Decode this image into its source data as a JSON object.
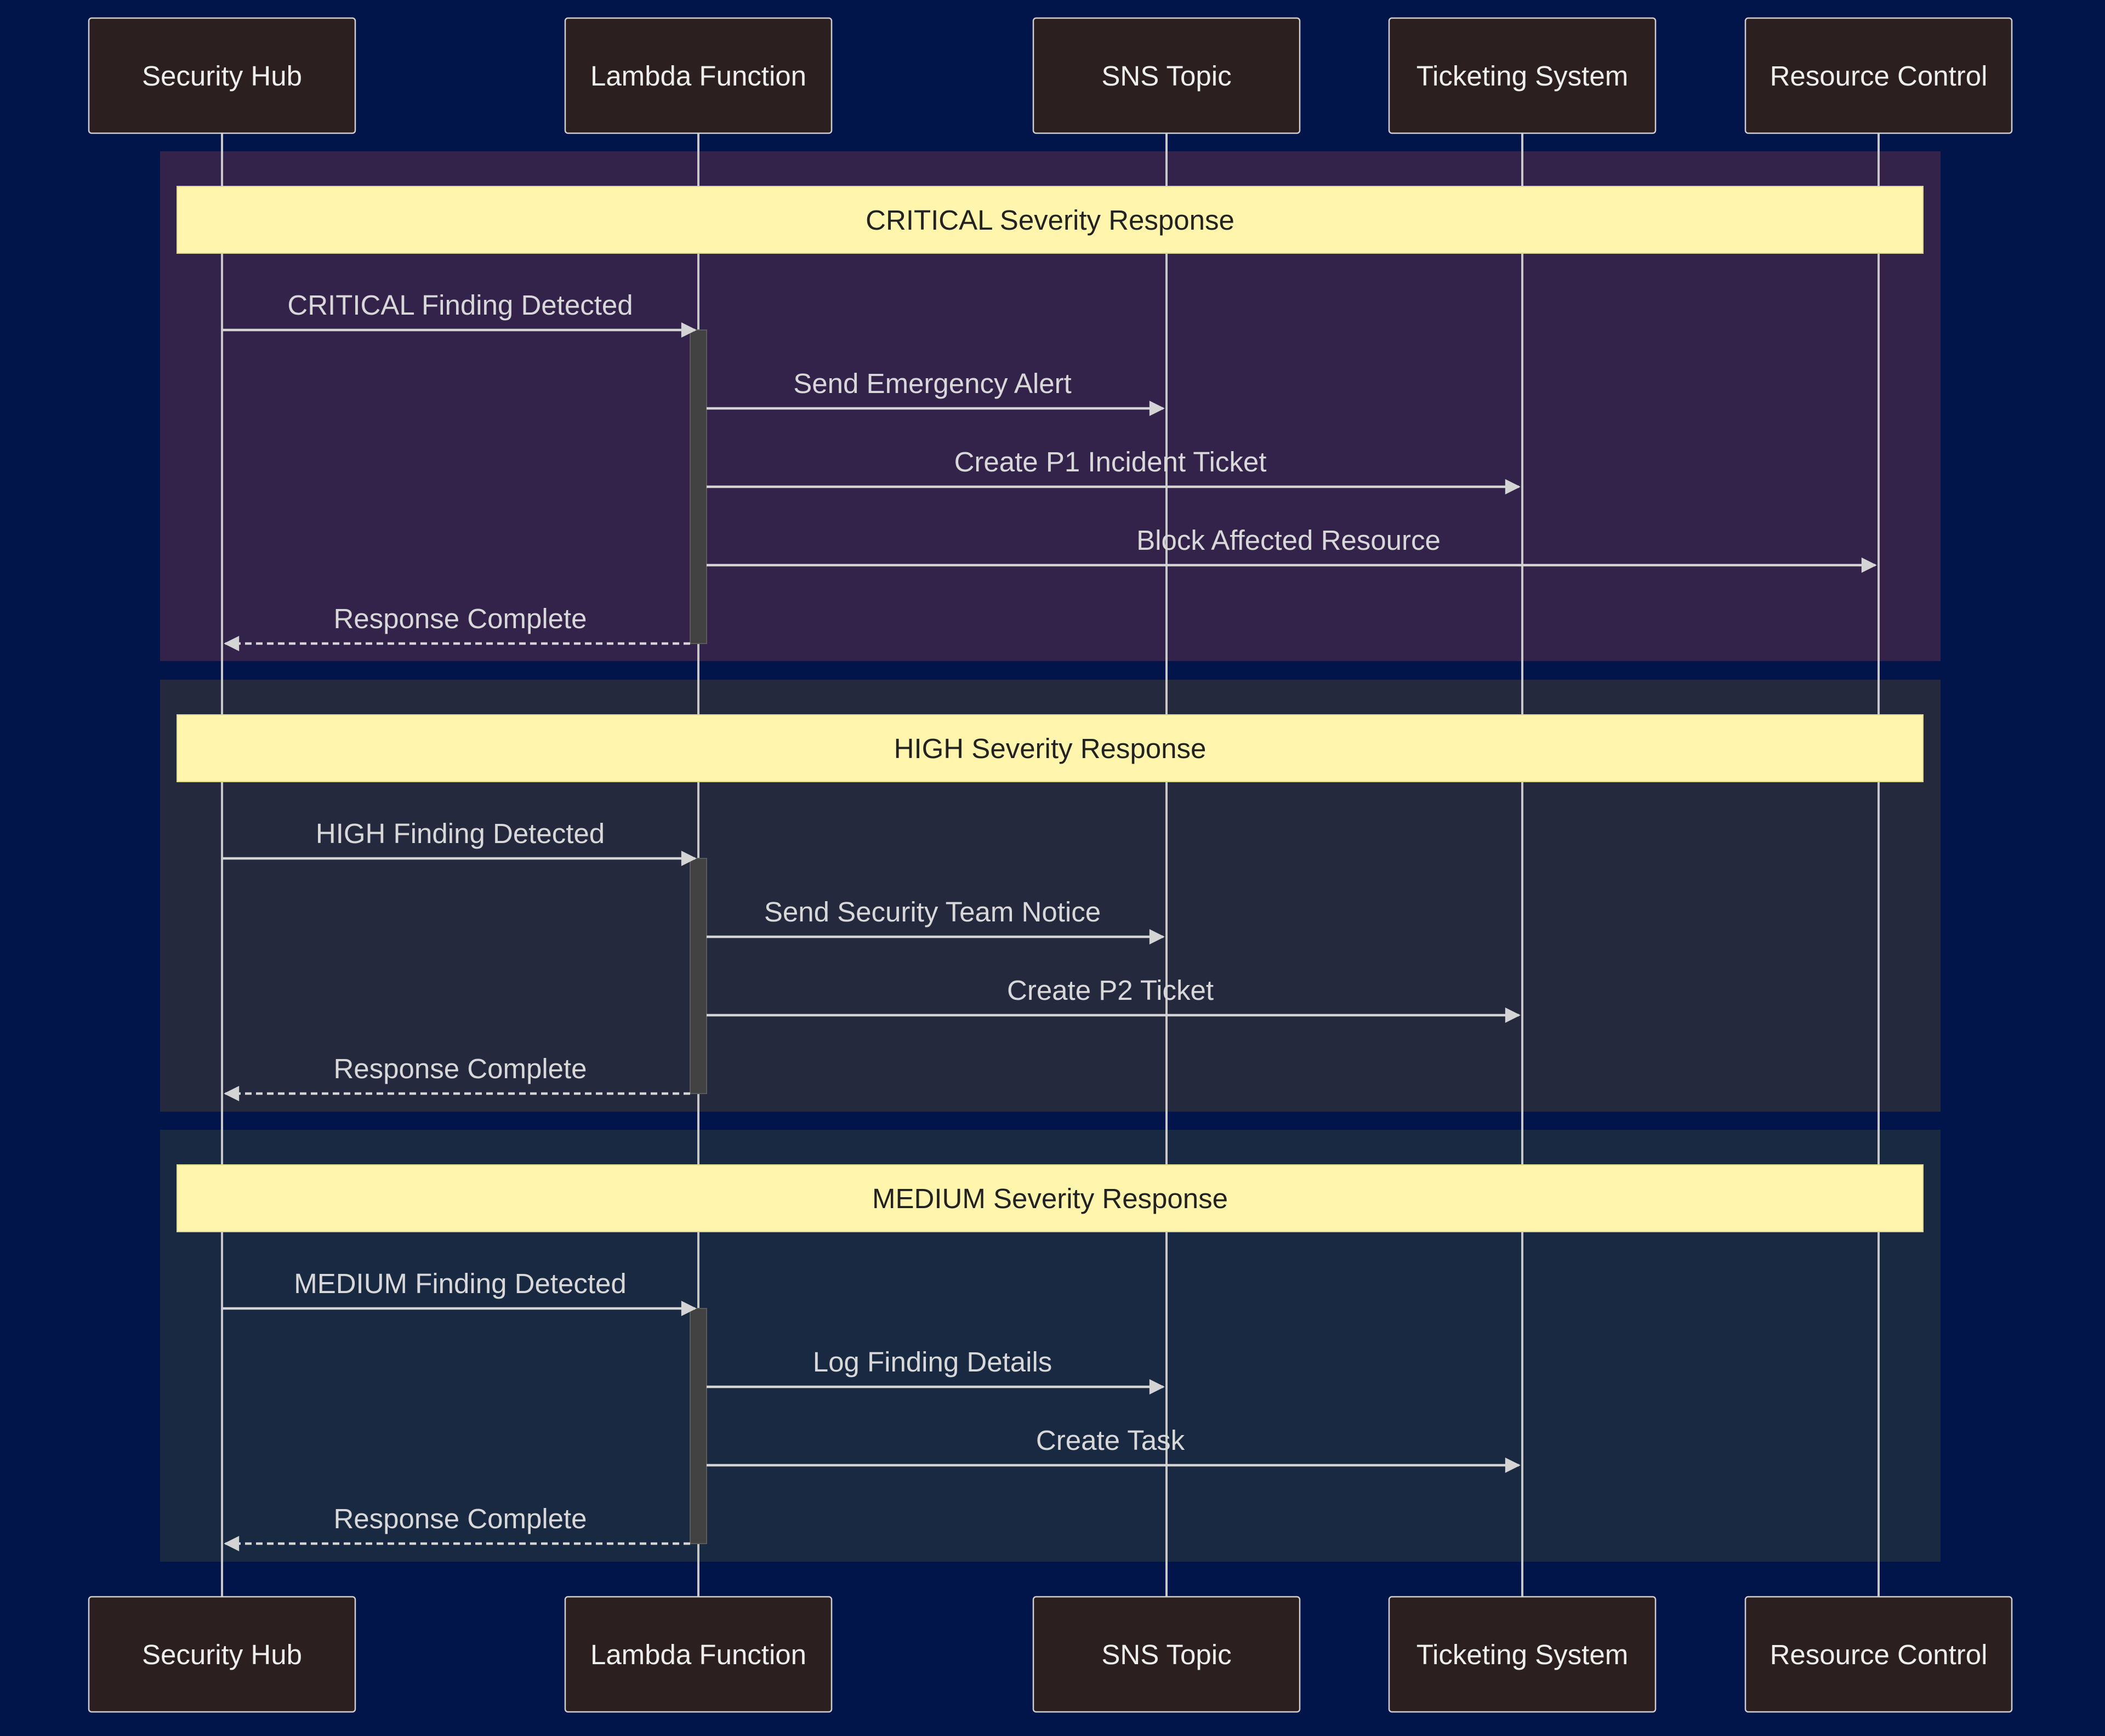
{
  "colors": {
    "background": "#02154a",
    "actor_fill": "#2c1f20",
    "note_fill": "#fff5ad",
    "line": "#d4d4d4",
    "block_critical": "#33224a",
    "block_high": "#25293e",
    "block_medium": "#1a2942"
  },
  "actors": [
    {
      "id": "security_hub",
      "label": "Security Hub"
    },
    {
      "id": "lambda",
      "label": "Lambda Function"
    },
    {
      "id": "sns",
      "label": "SNS Topic"
    },
    {
      "id": "ticketing",
      "label": "Ticketing System"
    },
    {
      "id": "resource_control",
      "label": "Resource Control"
    }
  ],
  "blocks": [
    {
      "id": "critical",
      "color_key": "block_critical",
      "note": "CRITICAL Severity Response",
      "messages": [
        {
          "from": 0,
          "to": 1,
          "label": "CRITICAL Finding Detected",
          "style": "solid"
        },
        {
          "from": 1,
          "to": 2,
          "label": "Send Emergency Alert",
          "style": "solid"
        },
        {
          "from": 1,
          "to": 3,
          "label": "Create P1 Incident Ticket",
          "style": "solid"
        },
        {
          "from": 1,
          "to": 4,
          "label": "Block Affected Resource",
          "style": "solid"
        },
        {
          "from": 1,
          "to": 0,
          "label": "Response Complete",
          "style": "dashed"
        }
      ]
    },
    {
      "id": "high",
      "color_key": "block_high",
      "note": "HIGH Severity Response",
      "messages": [
        {
          "from": 0,
          "to": 1,
          "label": "HIGH Finding Detected",
          "style": "solid"
        },
        {
          "from": 1,
          "to": 2,
          "label": "Send Security Team Notice",
          "style": "solid"
        },
        {
          "from": 1,
          "to": 3,
          "label": "Create P2 Ticket",
          "style": "solid"
        },
        {
          "from": 1,
          "to": 0,
          "label": "Response Complete",
          "style": "dashed"
        }
      ]
    },
    {
      "id": "medium",
      "color_key": "block_medium",
      "note": "MEDIUM Severity Response",
      "messages": [
        {
          "from": 0,
          "to": 1,
          "label": "MEDIUM Finding Detected",
          "style": "solid"
        },
        {
          "from": 1,
          "to": 2,
          "label": "Log Finding Details",
          "style": "solid"
        },
        {
          "from": 1,
          "to": 3,
          "label": "Create Task",
          "style": "solid"
        },
        {
          "from": 1,
          "to": 0,
          "label": "Response Complete",
          "style": "dashed"
        }
      ]
    }
  ]
}
